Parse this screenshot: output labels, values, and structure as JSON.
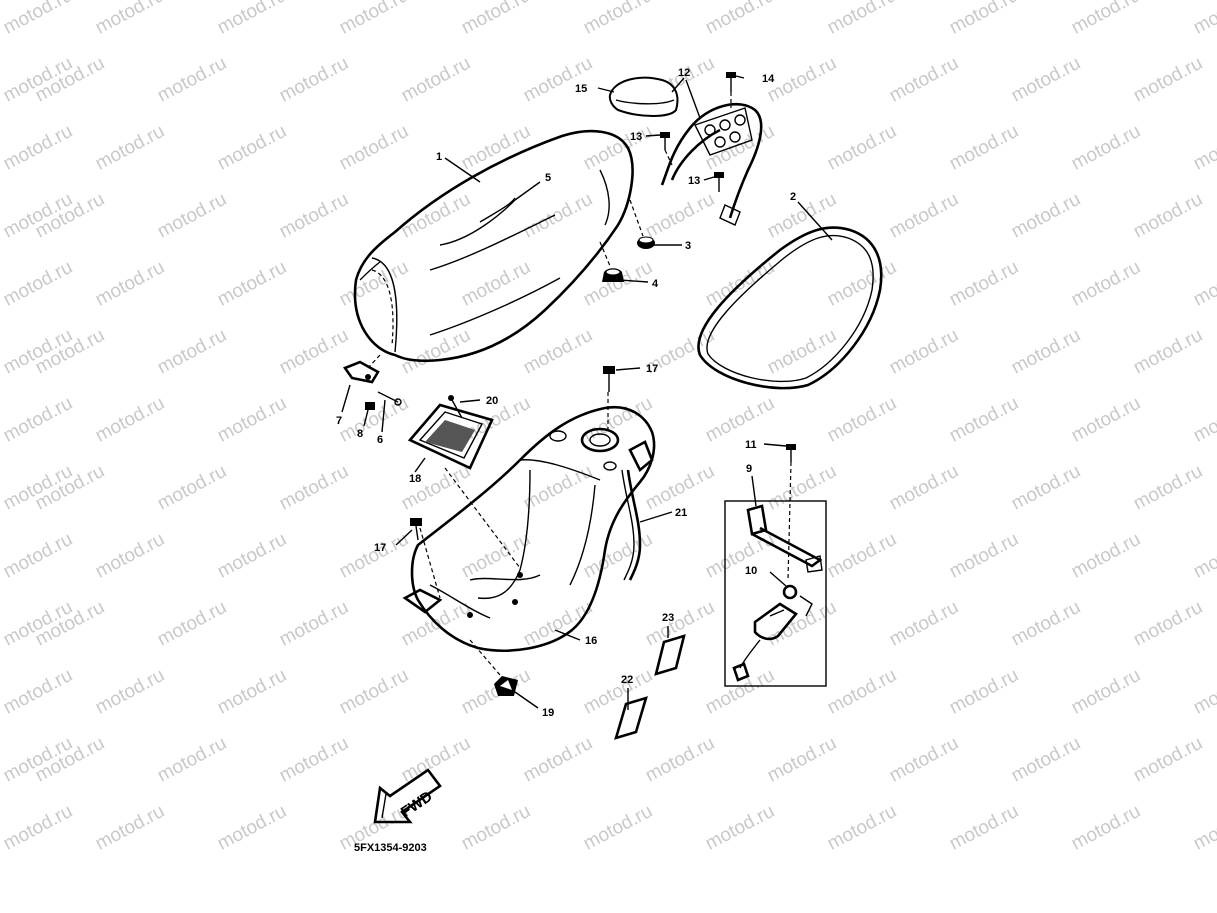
{
  "watermark": "motod.ru",
  "diagram_code": "5FX1354-9203",
  "direction_label": "FWD",
  "callouts": [
    {
      "id": "c1",
      "label": "1"
    },
    {
      "id": "c2",
      "label": "2"
    },
    {
      "id": "c3",
      "label": "3"
    },
    {
      "id": "c4",
      "label": "4"
    },
    {
      "id": "c5",
      "label": "5"
    },
    {
      "id": "c6",
      "label": "6"
    },
    {
      "id": "c7",
      "label": "7"
    },
    {
      "id": "c8",
      "label": "8"
    },
    {
      "id": "c9",
      "label": "9"
    },
    {
      "id": "c10",
      "label": "10"
    },
    {
      "id": "c11",
      "label": "11"
    },
    {
      "id": "c12",
      "label": "12"
    },
    {
      "id": "c13a",
      "label": "13"
    },
    {
      "id": "c13b",
      "label": "13"
    },
    {
      "id": "c14",
      "label": "14"
    },
    {
      "id": "c15",
      "label": "15"
    },
    {
      "id": "c16",
      "label": "16"
    },
    {
      "id": "c17a",
      "label": "17"
    },
    {
      "id": "c17b",
      "label": "17"
    },
    {
      "id": "c18",
      "label": "18"
    },
    {
      "id": "c19",
      "label": "19"
    },
    {
      "id": "c20",
      "label": "20"
    },
    {
      "id": "c21",
      "label": "21"
    },
    {
      "id": "c22",
      "label": "22"
    },
    {
      "id": "c23",
      "label": "23"
    }
  ]
}
